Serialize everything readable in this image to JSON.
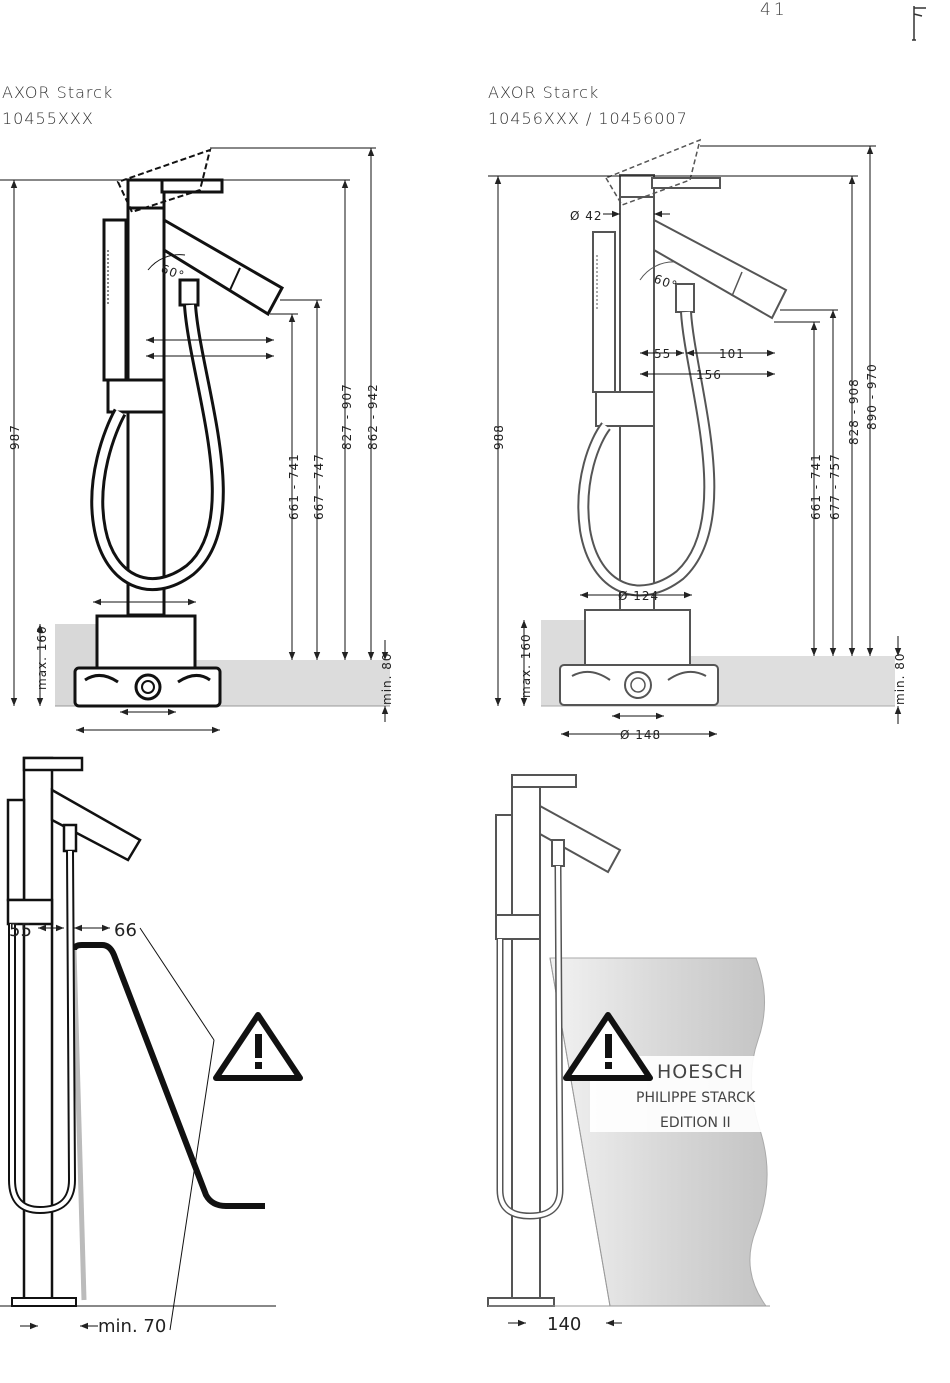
{
  "page_number": "41",
  "left": {
    "brand": "AXOR Starck",
    "model": "10455XXX",
    "dims": {
      "height": "987",
      "max160": "max. 160",
      "min80": "min. 80",
      "angle": "60°",
      "d1": "661 - 741",
      "d2": "667 - 747",
      "d3": "827 - 907",
      "d4": "862 - 942"
    }
  },
  "right": {
    "brand": "AXOR Starck",
    "model": "10456XXX / 10456007",
    "dims": {
      "height": "988",
      "max160": "max. 160",
      "min80": "min. 80",
      "angle": "60°",
      "dia42": "Ø 42",
      "d55": "55",
      "d101": "101",
      "d156": "156",
      "dia124": "Ø 124",
      "dia148": "Ø 148",
      "d1": "661 - 741",
      "d2": "677 - 757",
      "d3": "828 - 908",
      "d4": "890 - 970"
    }
  },
  "bottom_left": {
    "d55": "55",
    "d66": "66",
    "min70": "min. 70"
  },
  "bottom_right": {
    "d140": "140",
    "tub_brand": "HOESCH",
    "tub_line1": "PHILIPPE STARCK",
    "tub_line2": "EDITION II"
  }
}
